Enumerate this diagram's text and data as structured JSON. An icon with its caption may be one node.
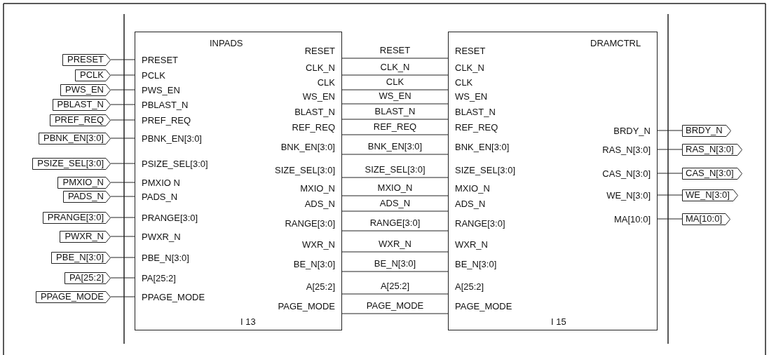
{
  "diagram": {
    "nodes": [
      {
        "text": [
          "INPADS",
          "PRESET",
          "PCLK",
          "PWS_EN",
          "PBLAST_N",
          "PREF_REQ",
          "PBNK_EN[3:0]",
          "PSIZE_SEL[3:0]",
          "PMXIO N",
          "PADS_N",
          "PRANGE[3:0]",
          "PWXR_N",
          "PBE_N[3:0]",
          "PA[25:2]",
          "PPAGE_MODE",
          "RESET",
          "CLK_N",
          "CLK",
          "WS_EN",
          "BLAST_N",
          "REF_REQ",
          "BNK_EN[3:0]",
          "SIZE_SEL[3:0]",
          "MXIO_N",
          "ADS_N",
          "RANGE[3:0]",
          "WXR_N",
          "BE_N[3:0]",
          "A[25:2]",
          "PAGE_MODE",
          "I 13"
        ]
      },
      {
        "text": [
          "DRAMCTRL",
          "RESET",
          "CLK_N",
          "CLK",
          "WS_EN",
          "BLAST_N",
          "REF_REQ",
          "BNK_EN[3:0]",
          "SIZE_SEL[3:0]",
          "MXIO_N",
          "ADS_N",
          "RANGE[3:0]",
          "WXR_N",
          "BE_N[3:0]",
          "A[25:2]",
          "PAGE_MODE",
          "BRDY_N",
          "RAS_N[3:0]",
          "CAS_N[3:0]",
          "WE_N[3:0]",
          "MA[10:0]",
          "I 15"
        ]
      },
      {
        "text": [
          "PRESET"
        ]
      },
      {
        "text": [
          "PCLK"
        ]
      },
      {
        "text": [
          "PWS_EN"
        ]
      },
      {
        "text": [
          "PBLAST_N"
        ]
      },
      {
        "text": [
          "PREF_REQ"
        ]
      },
      {
        "text": [
          "PBNK_EN[3:0]"
        ]
      },
      {
        "text": [
          "PSIZE_SEL[3:0]"
        ]
      },
      {
        "text": [
          "PMXIO_N"
        ]
      },
      {
        "text": [
          "PADS_N"
        ]
      },
      {
        "text": [
          "PRANGE[3:0]"
        ]
      },
      {
        "text": [
          "PWXR_N"
        ]
      },
      {
        "text": [
          "PBE_N[3:0]"
        ]
      },
      {
        "text": [
          "PA[25:2]"
        ]
      },
      {
        "text": [
          "PPAGE_MODE"
        ]
      },
      {
        "text": [
          "BRDY_N"
        ]
      },
      {
        "text": [
          "RAS_N[3:0]"
        ]
      },
      {
        "text": [
          "CAS_N[3:0]"
        ]
      },
      {
        "text": [
          "WE_N[3:0]"
        ]
      },
      {
        "text": [
          "MA[10:0]"
        ]
      }
    ],
    "edges": [
      {
        "from": 2,
        "to": 0,
        "arrow": "none"
      },
      {
        "from": 3,
        "to": 0,
        "arrow": "none"
      },
      {
        "from": 4,
        "to": 0,
        "arrow": "none"
      },
      {
        "from": 5,
        "to": 0,
        "arrow": "none"
      },
      {
        "from": 6,
        "to": 0,
        "arrow": "none"
      },
      {
        "from": 7,
        "to": 0,
        "arrow": "none"
      },
      {
        "from": 8,
        "to": 0,
        "arrow": "none"
      },
      {
        "from": 9,
        "to": 0,
        "arrow": "none"
      },
      {
        "from": 10,
        "to": 0,
        "arrow": "none"
      },
      {
        "from": 11,
        "to": 0,
        "arrow": "none"
      },
      {
        "from": 12,
        "to": 0,
        "arrow": "none"
      },
      {
        "from": 13,
        "to": 0,
        "arrow": "none"
      },
      {
        "from": 14,
        "to": 0,
        "arrow": "none"
      },
      {
        "from": 15,
        "to": 0,
        "arrow": "none"
      },
      {
        "from": 0,
        "to": 1,
        "arrow": "none",
        "label": "RESET"
      },
      {
        "from": 0,
        "to": 1,
        "arrow": "none",
        "label": "CLK_N"
      },
      {
        "from": 0,
        "to": 1,
        "arrow": "none",
        "label": "CLK"
      },
      {
        "from": 0,
        "to": 1,
        "arrow": "none",
        "label": "WS_EN"
      },
      {
        "from": 0,
        "to": 1,
        "arrow": "none",
        "label": "BLAST_N"
      },
      {
        "from": 0,
        "to": 1,
        "arrow": "none",
        "label": "REF_REQ"
      },
      {
        "from": 0,
        "to": 1,
        "arrow": "none",
        "label": "BNK_EN[3:0]"
      },
      {
        "from": 0,
        "to": 1,
        "arrow": "none",
        "label": "SIZE_SEL[3:0]"
      },
      {
        "from": 0,
        "to": 1,
        "arrow": "none",
        "label": "MXIO_N"
      },
      {
        "from": 0,
        "to": 1,
        "arrow": "none",
        "label": "ADS_N"
      },
      {
        "from": 0,
        "to": 1,
        "arrow": "none",
        "label": "RANGE[3:0]"
      },
      {
        "from": 0,
        "to": 1,
        "arrow": "none",
        "label": "WXR_N"
      },
      {
        "from": 0,
        "to": 1,
        "arrow": "none",
        "label": "BE_N[3:0]"
      },
      {
        "from": 0,
        "to": 1,
        "arrow": "none",
        "label": "A[25:2]"
      },
      {
        "from": 0,
        "to": 1,
        "arrow": "none",
        "label": "PAGE_MODE"
      },
      {
        "from": 1,
        "to": 16,
        "arrow": "none"
      },
      {
        "from": 1,
        "to": 17,
        "arrow": "none"
      },
      {
        "from": 1,
        "to": 18,
        "arrow": "none"
      },
      {
        "from": 1,
        "to": 19,
        "arrow": "none"
      },
      {
        "from": 1,
        "to": 20,
        "arrow": "none"
      }
    ]
  }
}
